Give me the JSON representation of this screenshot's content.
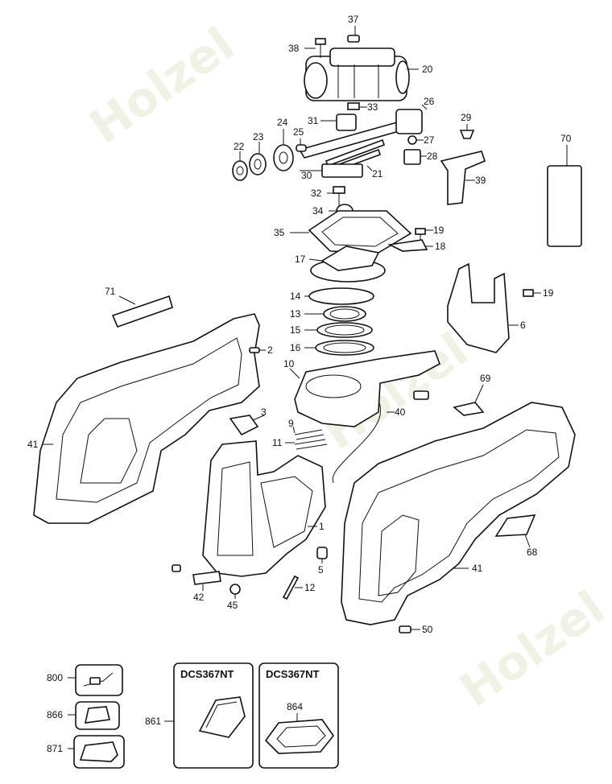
{
  "diagram": {
    "callouts": [
      {
        "id": "37",
        "label": "37"
      },
      {
        "id": "38",
        "label": "38"
      },
      {
        "id": "20",
        "label": "20"
      },
      {
        "id": "33",
        "label": "33"
      },
      {
        "id": "26",
        "label": "26"
      },
      {
        "id": "31",
        "label": "31"
      },
      {
        "id": "29",
        "label": "29"
      },
      {
        "id": "24",
        "label": "24"
      },
      {
        "id": "25",
        "label": "25"
      },
      {
        "id": "23",
        "label": "23"
      },
      {
        "id": "22",
        "label": "22"
      },
      {
        "id": "27",
        "label": "27"
      },
      {
        "id": "28",
        "label": "28"
      },
      {
        "id": "30",
        "label": "30"
      },
      {
        "id": "21",
        "label": "21"
      },
      {
        "id": "39",
        "label": "39"
      },
      {
        "id": "70",
        "label": "70"
      },
      {
        "id": "32",
        "label": "32"
      },
      {
        "id": "34",
        "label": "34"
      },
      {
        "id": "19a",
        "label": "19"
      },
      {
        "id": "35",
        "label": "35"
      },
      {
        "id": "18",
        "label": "18"
      },
      {
        "id": "17",
        "label": "17"
      },
      {
        "id": "71",
        "label": "71"
      },
      {
        "id": "14",
        "label": "14"
      },
      {
        "id": "19b",
        "label": "19"
      },
      {
        "id": "13",
        "label": "13"
      },
      {
        "id": "6",
        "label": "6"
      },
      {
        "id": "15",
        "label": "15"
      },
      {
        "id": "16",
        "label": "16"
      },
      {
        "id": "2",
        "label": "2"
      },
      {
        "id": "10",
        "label": "10"
      },
      {
        "id": "69",
        "label": "69"
      },
      {
        "id": "40",
        "label": "40"
      },
      {
        "id": "3",
        "label": "3"
      },
      {
        "id": "9",
        "label": "9"
      },
      {
        "id": "41a",
        "label": "41"
      },
      {
        "id": "11",
        "label": "11"
      },
      {
        "id": "1",
        "label": "1"
      },
      {
        "id": "68",
        "label": "68"
      },
      {
        "id": "5",
        "label": "5"
      },
      {
        "id": "41b",
        "label": "41"
      },
      {
        "id": "42",
        "label": "42"
      },
      {
        "id": "12",
        "label": "12"
      },
      {
        "id": "45",
        "label": "45"
      },
      {
        "id": "50",
        "label": "50"
      },
      {
        "id": "800",
        "label": "800"
      },
      {
        "id": "861",
        "label": "861"
      },
      {
        "id": "864",
        "label": "864"
      },
      {
        "id": "866",
        "label": "866"
      },
      {
        "id": "871",
        "label": "871"
      }
    ],
    "kit_titles": [
      "DCS367NT",
      "DCS367NT"
    ],
    "watermark": "Holzel"
  }
}
